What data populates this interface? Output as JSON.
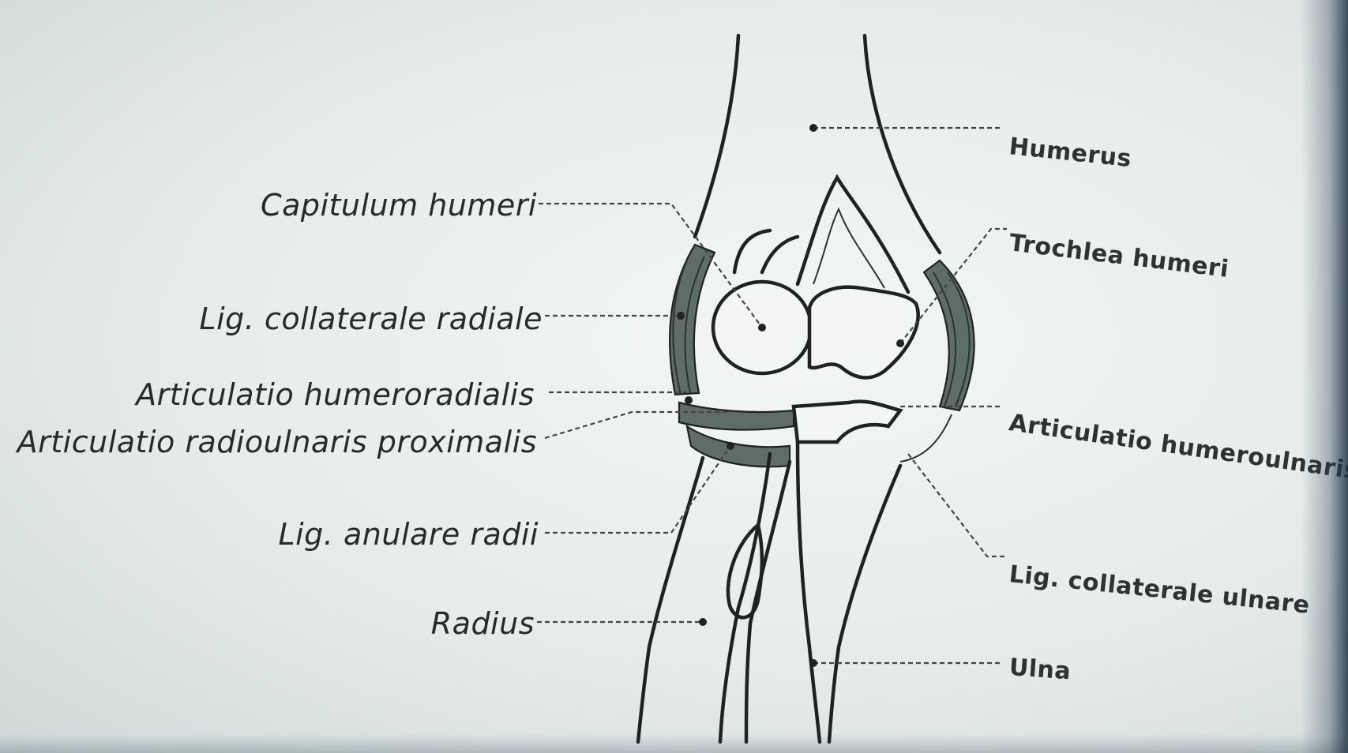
{
  "labels": {
    "left": {
      "capitulum": "Capitulum humeri",
      "lig_coll_radiale": "Lig. collaterale radiale",
      "art_humeroradialis": "Articulatio humeroradialis",
      "art_radioulnaris": "Articulatio radioulnaris proximalis",
      "lig_anulare": "Lig. anulare radii",
      "radius": "Radius"
    },
    "right": {
      "humerus": "Humerus",
      "trochlea": "Trochlea humeri",
      "art_humeroulnaris": "Articulatio humeroulnaris",
      "lig_coll_ulnare": "Lig. collaterale ulnare",
      "ulna": "Ulna"
    }
  }
}
